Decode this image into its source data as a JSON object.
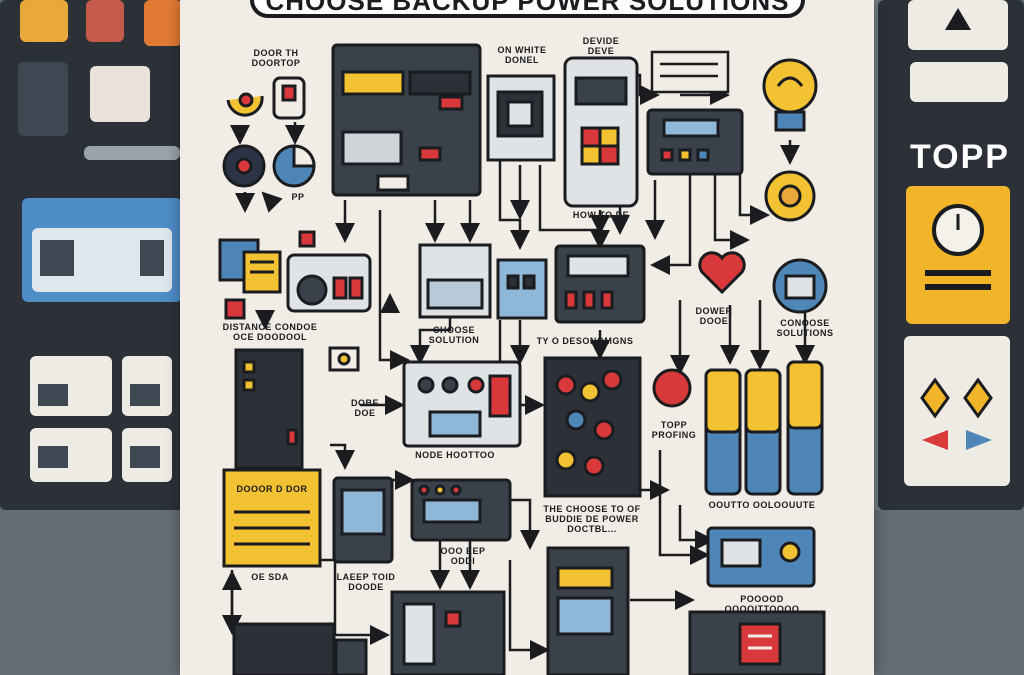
{
  "poster": {
    "title": "CHOOSE BACKUP POWER SOLUTIONS",
    "labels": {
      "top_left": "DOOR TH DOORTOP",
      "pp": "PP",
      "on_white": "ON WHITE DONEL",
      "device": "DEVIDE DEVE",
      "how_to": "HOW TO DE",
      "distance": "DISTANCE CONDOE OCE DOODOOL",
      "central": "CHOOSE SOLUTION",
      "ty": "TY O DESONOMGNS",
      "power_doow": "DOWER DOOE",
      "conoose": "CONOOSE SOLUTIONS",
      "dobe": "DOBE DOE",
      "node": "NODE HOOTTOO",
      "topp_profing": "TOPP PROFING",
      "cover_box": "DOOOR D DOR",
      "the_choose": "THE CHOOSE TO OF BUDDIE DE POWER DOCTBL...",
      "ooutto": "OOUTTO OOLOOUUTE",
      "oe_sda": "OE SDA",
      "laeep_loid": "LAEEP TOID DOODE",
      "ooo_ed": "OOO EEP ODDI",
      "poood": "POOOOD OOOOITTOOOO"
    }
  },
  "background": {
    "right_sign": "TOPP"
  },
  "colors": {
    "ink": "#1b1c20",
    "yellow": "#f2c232",
    "red": "#d9393b",
    "blue": "#4f86b8",
    "paper": "#f2ece6"
  }
}
